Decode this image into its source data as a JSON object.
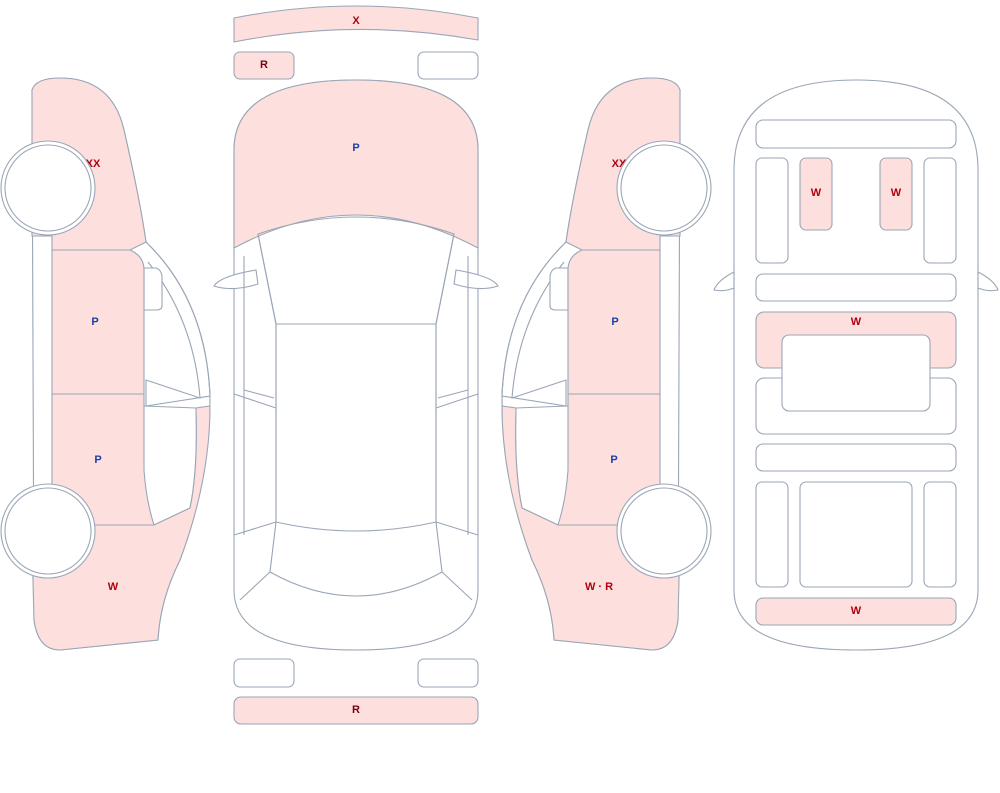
{
  "colors": {
    "damage_fill": "#fde0de",
    "outline": "#9aa6b6",
    "background": "#ffffff"
  },
  "codes": {
    "X": {
      "label": "X",
      "color": "#b00010"
    },
    "XX": {
      "label": "XX",
      "color": "#b00010"
    },
    "R": {
      "label": "R",
      "color": "#7a0010"
    },
    "P": {
      "label": "P",
      "color": "#1a3fa8"
    },
    "W": {
      "label": "W",
      "color": "#b00010"
    },
    "WR": {
      "label": "W · R",
      "color": "#b00010"
    }
  },
  "top_view": {
    "front_bumper": {
      "damaged": true,
      "code": "X"
    },
    "front_left_corner": {
      "damaged": true,
      "code": "R"
    },
    "front_right_corner": {
      "damaged": false,
      "code": ""
    },
    "hood": {
      "damaged": true,
      "code": "P"
    },
    "rear_left_corner": {
      "damaged": false,
      "code": ""
    },
    "rear_right_corner": {
      "damaged": false,
      "code": ""
    },
    "rear_bumper": {
      "damaged": true,
      "code": "R"
    }
  },
  "left_side": {
    "front_fender": {
      "damaged": true,
      "code": "XX"
    },
    "front_door": {
      "damaged": true,
      "code": "P"
    },
    "rear_door": {
      "damaged": true,
      "code": "P"
    },
    "rear_quarter": {
      "damaged": true,
      "code": "W"
    }
  },
  "right_side": {
    "front_fender": {
      "damaged": true,
      "code": "XX"
    },
    "front_door": {
      "damaged": true,
      "code": "P"
    },
    "rear_door": {
      "damaged": true,
      "code": "P"
    },
    "rear_quarter": {
      "damaged": true,
      "code": "WR"
    }
  },
  "interior": {
    "seat_front_left": {
      "damaged": true,
      "code": "W"
    },
    "seat_front_right": {
      "damaged": true,
      "code": "W"
    },
    "console_row": {
      "damaged": true,
      "code": "W"
    },
    "rear_strip": {
      "damaged": true,
      "code": "W"
    }
  }
}
